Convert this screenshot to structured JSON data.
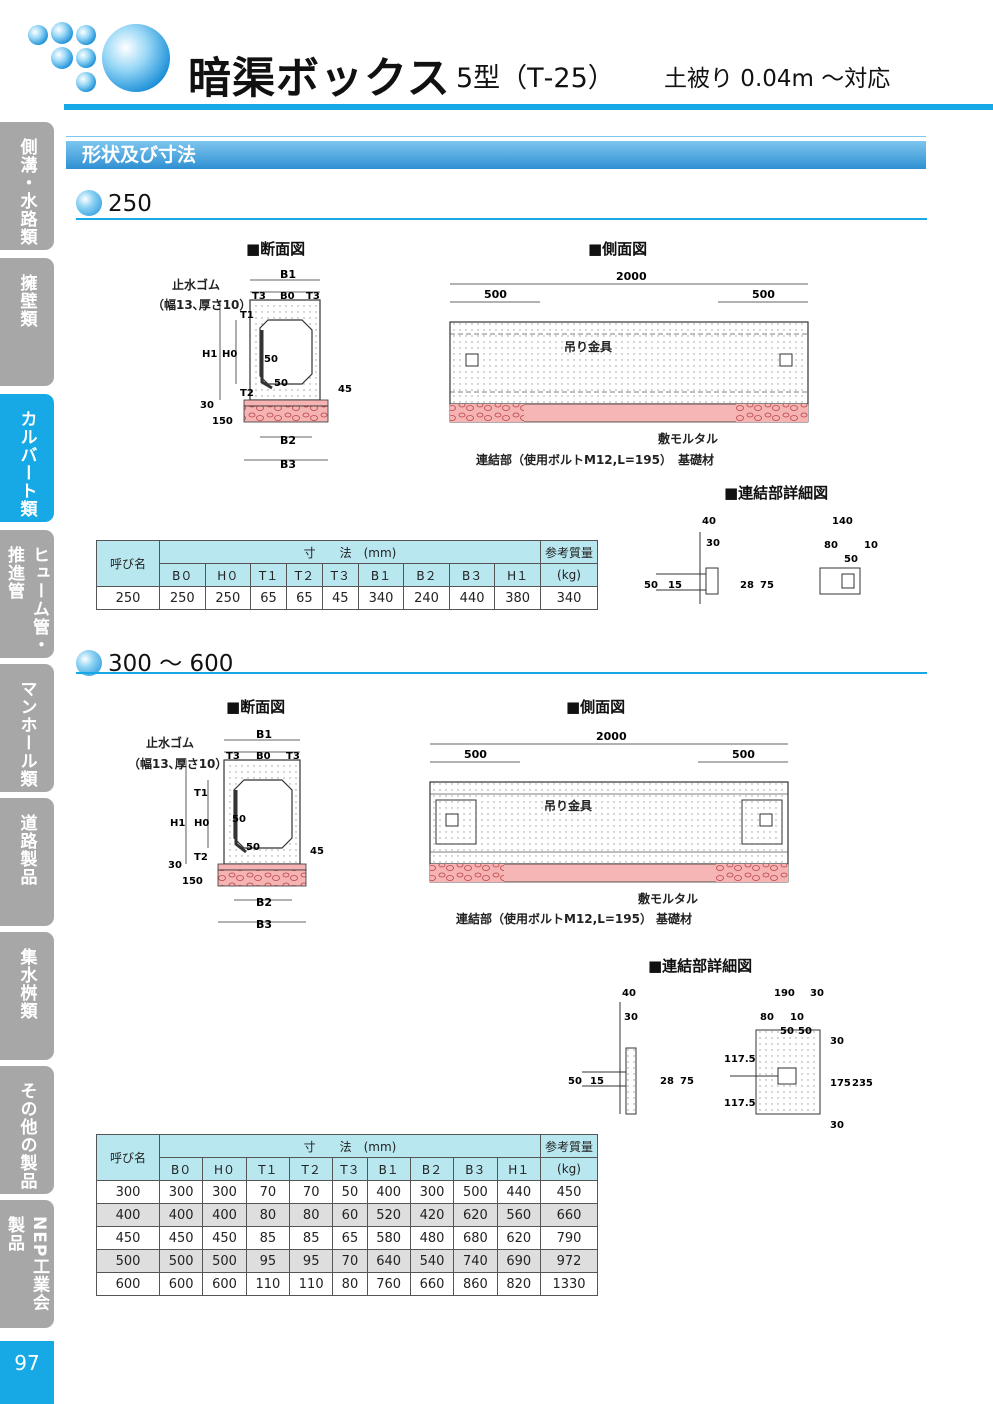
{
  "header": {
    "title": "暗渠ボックス",
    "subtitle": "5型（T‐25）",
    "cover": "土被り 0.04m ～対応"
  },
  "sidebar": {
    "items": [
      {
        "label": "側溝・水路類",
        "active": false
      },
      {
        "label": "擁壁類",
        "active": false
      },
      {
        "label": "カルバート類",
        "active": true
      },
      {
        "label": "ヒューム管・推進管",
        "active": false
      },
      {
        "label": "マンホール類",
        "active": false
      },
      {
        "label": "道路製品",
        "active": false
      },
      {
        "label": "集水桝類",
        "active": false
      },
      {
        "label": "その他の製品",
        "active": false
      },
      {
        "label": "NEP工業会製品",
        "active": false
      }
    ],
    "page_number": "97"
  },
  "section": {
    "title": "形状及び寸法"
  },
  "colors": {
    "accent": "#17a9e6",
    "table_header": "#b8e7ef",
    "mortar": "#f7b6b6"
  },
  "labels": {
    "section_view": "■断面図",
    "side_view": "■側面図",
    "joint_detail": "■連結部詳細図",
    "stop_water_rubber": "止水ゴム",
    "rubber_size": "（幅13､厚さ10）",
    "lifting_hook": "吊り金具",
    "mortar": "敷モルタル",
    "foundation": "基礎材",
    "joint_bolt": "連結部（使用ボルトM12,L=195）"
  },
  "block250": {
    "heading": "250",
    "dims": {
      "B1": "B1",
      "T3": "T3",
      "B0": "B0",
      "T1": "T1",
      "H1": "H1",
      "H0": "H0",
      "T2": "T2",
      "B2": "B2",
      "B3": "B3",
      "d50a": "50",
      "d50b": "50",
      "d30": "30",
      "d150": "150",
      "d45": "45",
      "len": "2000",
      "end1": "500",
      "end2": "500"
    },
    "detail": {
      "a40": "40",
      "a30": "30",
      "a50": "50",
      "a15": "15",
      "a28": "28",
      "a75": "75",
      "b140": "140",
      "b80": "80",
      "b10": "10",
      "b50": "50"
    },
    "table": {
      "name_col": "呼び名",
      "dim_group": "寸　　法　(mm)",
      "mass_col": "参考質量",
      "mass_unit": "(kg)",
      "cols": [
        "B０",
        "H０",
        "T１",
        "T２",
        "T３",
        "B１",
        "B２",
        "B３",
        "H１"
      ],
      "rows": [
        [
          "250",
          "250",
          "250",
          "65",
          "65",
          "45",
          "340",
          "240",
          "440",
          "380",
          "340"
        ]
      ]
    }
  },
  "block300": {
    "heading": "300 ～ 600",
    "dims": {
      "B1": "B1",
      "T3": "T3",
      "B0": "B0",
      "T1": "T1",
      "H1": "H1",
      "H0": "H0",
      "T2": "T2",
      "B2": "B2",
      "B3": "B3",
      "d50a": "50",
      "d50b": "50",
      "d30": "30",
      "d150": "150",
      "d45": "45",
      "len": "2000",
      "end1": "500",
      "end2": "500"
    },
    "detail": {
      "a40": "40",
      "a30": "30",
      "a50": "50",
      "a15": "15",
      "a28": "28",
      "a75": "75",
      "b190": "190",
      "b30": "30",
      "b80": "80",
      "b10": "10",
      "b50a": "50",
      "b50b": "50",
      "v117a": "117.5",
      "v117b": "117.5",
      "v30a": "30",
      "v175": "175",
      "v235": "235",
      "v30b": "30"
    },
    "table": {
      "name_col": "呼び名",
      "dim_group": "寸　　法　(mm)",
      "mass_col": "参考質量",
      "mass_unit": "(kg)",
      "cols": [
        "B０",
        "H０",
        "T１",
        "T２",
        "T３",
        "B１",
        "B２",
        "B３",
        "H１"
      ],
      "rows": [
        [
          "300",
          "300",
          "300",
          "70",
          "70",
          "50",
          "400",
          "300",
          "500",
          "440",
          "450"
        ],
        [
          "400",
          "400",
          "400",
          "80",
          "80",
          "60",
          "520",
          "420",
          "620",
          "560",
          "660"
        ],
        [
          "450",
          "450",
          "450",
          "85",
          "85",
          "65",
          "580",
          "480",
          "680",
          "620",
          "790"
        ],
        [
          "500",
          "500",
          "500",
          "95",
          "95",
          "70",
          "640",
          "540",
          "740",
          "690",
          "972"
        ],
        [
          "600",
          "600",
          "600",
          "110",
          "110",
          "80",
          "760",
          "660",
          "860",
          "820",
          "1330"
        ]
      ]
    }
  }
}
